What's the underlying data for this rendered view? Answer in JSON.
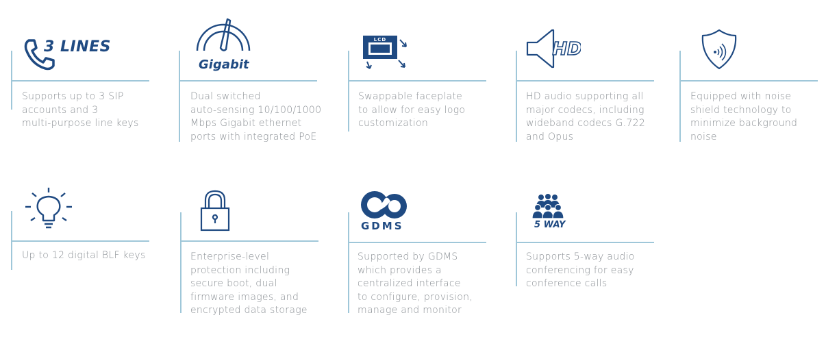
{
  "features": [
    {
      "id": "lines",
      "badge": "3 LINES",
      "text": "Supports up to 3 SIP\naccounts and 3\nmulti-purpose line keys"
    },
    {
      "id": "gigabit",
      "badge": "Gigabit",
      "text": "Dual switched\nauto-sensing 10/100/1000\nMbps Gigabit ethernet\nports with integrated PoE"
    },
    {
      "id": "faceplate",
      "badge": "LCD",
      "text": "Swappable faceplate\nto allow for easy logo\ncustomization"
    },
    {
      "id": "hd",
      "badge": "HD",
      "text": "HD audio supporting all\nmajor codecs, including\nwideband codecs G.722\nand Opus"
    },
    {
      "id": "noise",
      "badge": "",
      "text": "Equipped with noise\nshield technology to\nminimize background\nnoise"
    },
    {
      "id": "blf",
      "badge": "",
      "text": "Up to 12 digital BLF keys"
    },
    {
      "id": "security",
      "badge": "",
      "text": "Enterprise-level\nprotection including\nsecure boot, dual\nfirmware images, and\nencrypted data storage"
    },
    {
      "id": "gdms",
      "badge": "GDMS",
      "text": "Supported by GDMS\nwhich provides a\ncentralized interface\nto configure, provision,\nmanage and monitor"
    },
    {
      "id": "fiveway",
      "badge": "5 WAY",
      "text": "Supports 5-way audio\nconferencing for easy\nconference calls"
    }
  ],
  "colors": {
    "accent": "#1f4a82",
    "rule": "#9fc7d9",
    "text": "#8a8f94"
  }
}
